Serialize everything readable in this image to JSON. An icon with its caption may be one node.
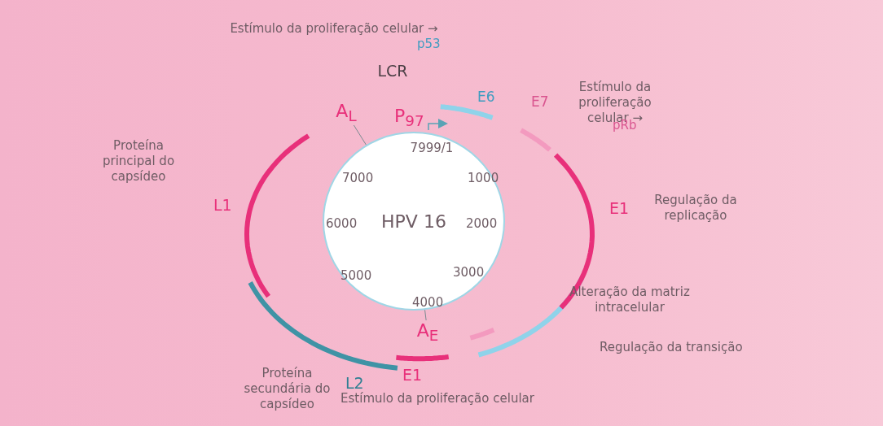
{
  "diagram": {
    "nodes": [
      {
        "text": [
          "HPV 16"
        ],
        "beside": [
          "P$_{97}$"
        ]
      },
      {
        "text": [
          "A$_{L}$"
        ]
      },
      {
        "text": [
          "A$_{E}$"
        ]
      }
    ],
    "edges": [
      {
        "from": 1,
        "to": 0,
        "arrow": "none"
      },
      {
        "from": 2,
        "to": 0,
        "arrow": "none"
      }
    ],
    "labels": [
      "Estímulo da proliferação celular →",
      "p53",
      "LCR",
      "E6",
      "E7",
      "Estímulo da proliferação celular →",
      "pRb",
      "7999/1",
      "Proteína principal do capsídeo",
      "L1",
      "7000",
      "1000",
      "E1",
      "Regulação da replicação",
      "6000",
      "2000",
      "5000",
      "3000",
      "Alteração da matriz intracelular",
      "4000",
      "Regulação da transição",
      "Proteína secundária do capsídeo",
      "L2",
      "E1",
      "Estímulo da proliferação celular"
    ]
  }
}
